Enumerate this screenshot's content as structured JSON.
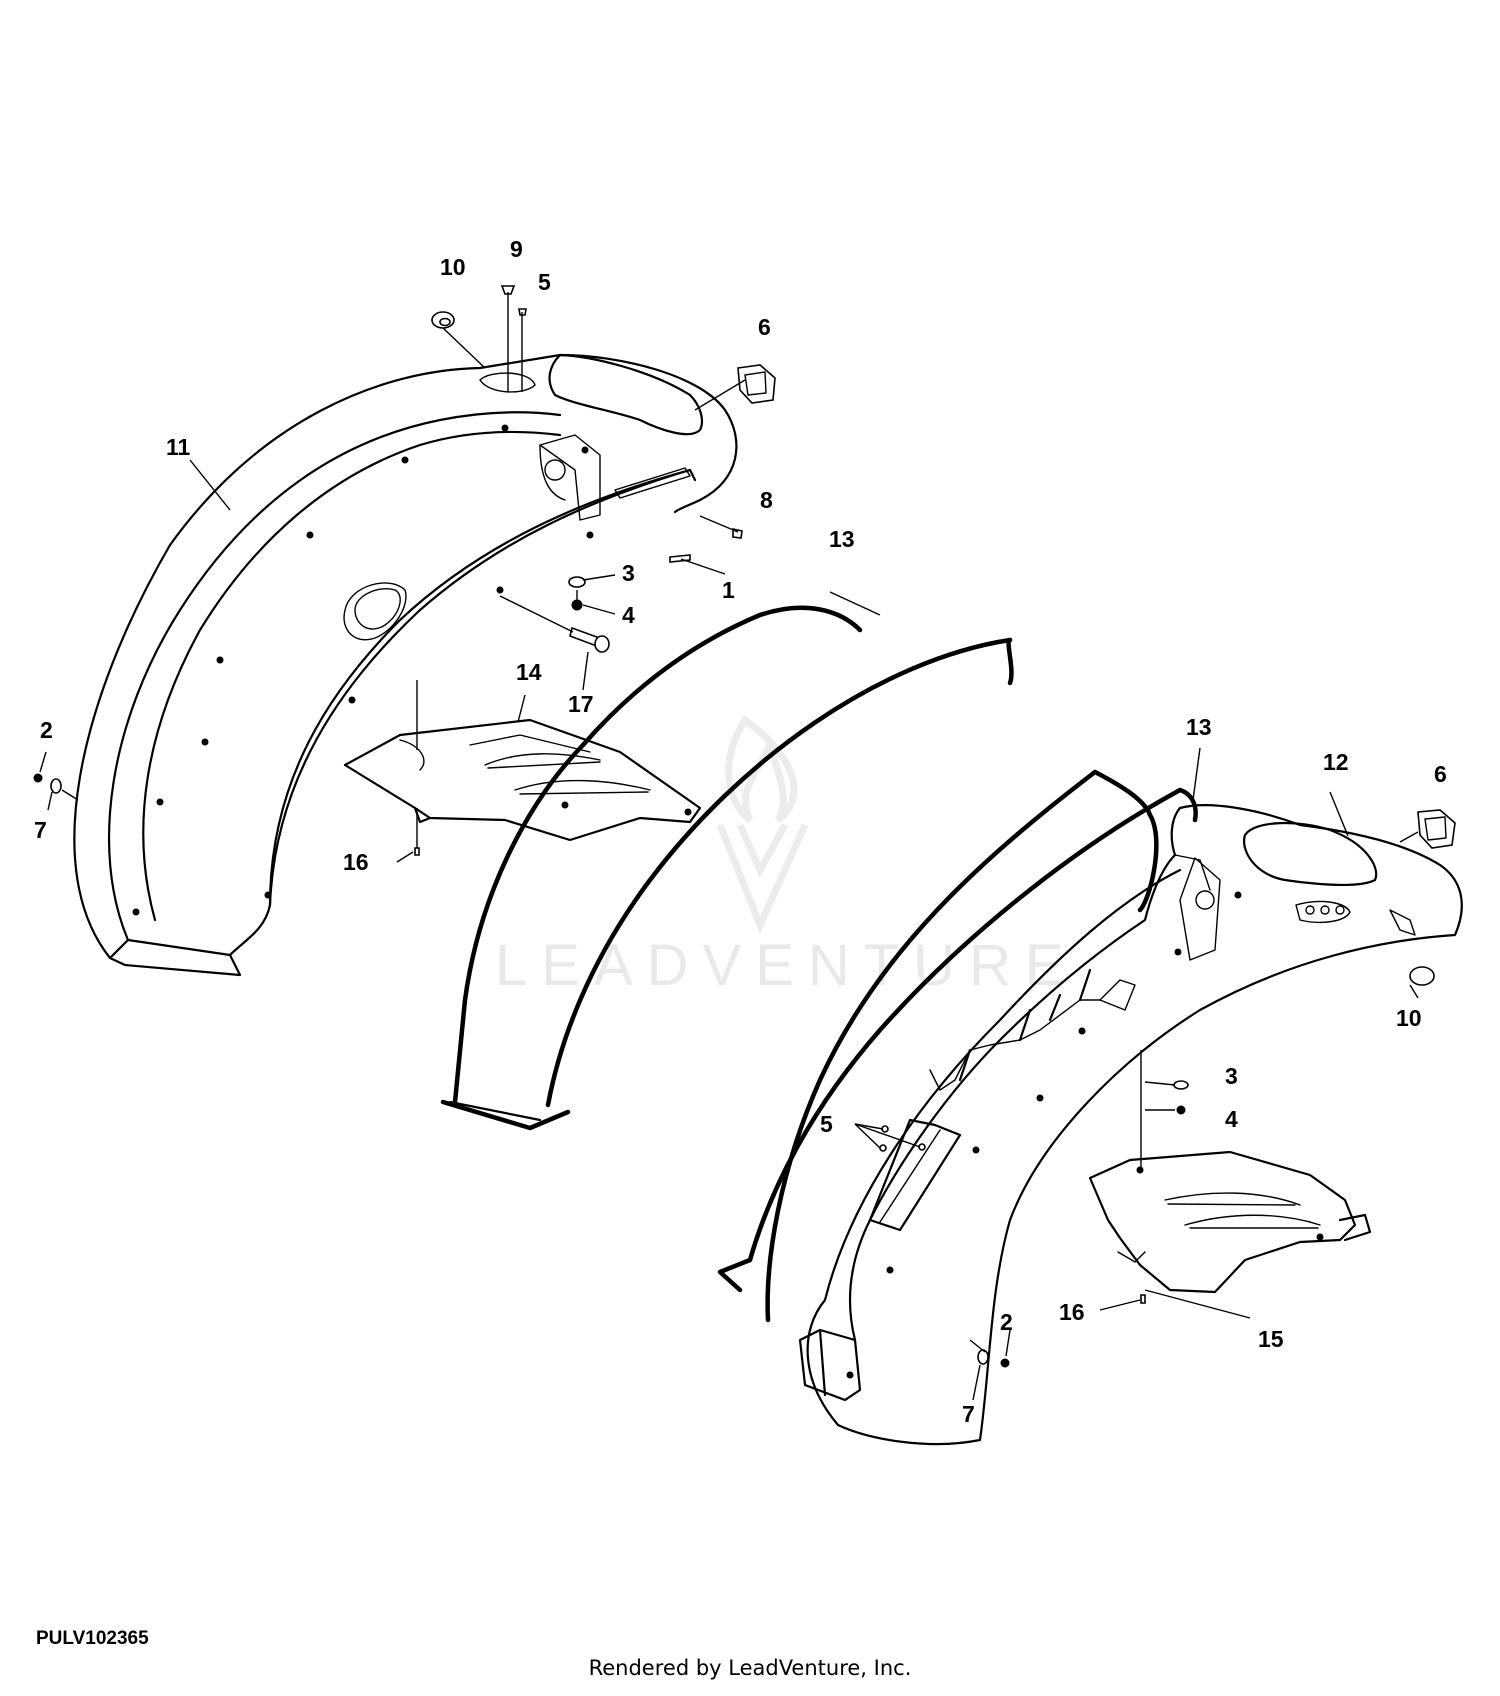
{
  "diagram": {
    "figure_id": "PULV102365",
    "credit": "Rendered by LeadVenture, Inc.",
    "watermark": "LEADVENTURE",
    "callouts": {
      "c1": "1",
      "c2a": "2",
      "c2b": "2",
      "c3a": "3",
      "c3b": "3",
      "c4a": "4",
      "c4b": "4",
      "c5a": "5",
      "c5b": "5",
      "c6a": "6",
      "c6b": "6",
      "c7a": "7",
      "c7b": "7",
      "c8": "8",
      "c9": "9",
      "c10a": "10",
      "c10b": "10",
      "c11": "11",
      "c12": "12",
      "c13a": "13",
      "c13b": "13",
      "c14": "14",
      "c15": "15",
      "c16a": "16",
      "c16b": "16",
      "c17": "17"
    }
  }
}
